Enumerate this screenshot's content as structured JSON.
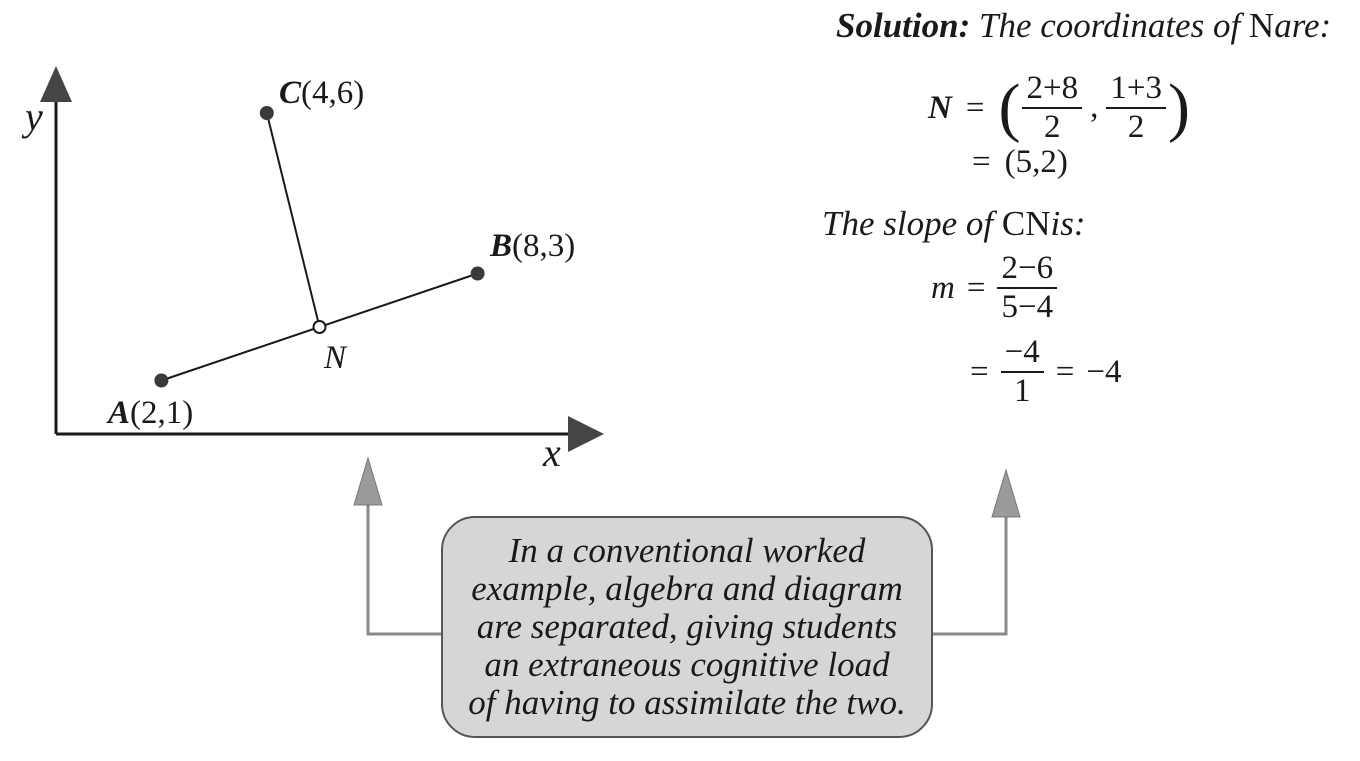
{
  "diagram": {
    "axis_y": "y",
    "axis_x": "x",
    "points": [
      {
        "id": "A",
        "name": "A",
        "coords": "(2,1)",
        "x": 2,
        "y": 1
      },
      {
        "id": "B",
        "name": "B",
        "coords": "(8,3)",
        "x": 8,
        "y": 3
      },
      {
        "id": "C",
        "name": "C",
        "coords": "(4,6)",
        "x": 4,
        "y": 6
      },
      {
        "id": "N",
        "name": "N",
        "coords": "",
        "x": 5,
        "y": 2
      }
    ],
    "segments": [
      [
        "A",
        "B"
      ],
      [
        "C",
        "N"
      ]
    ]
  },
  "solution": {
    "heading": "Solution:",
    "intro_pre": "The coordinates of",
    "intro_var": "N",
    "intro_post": "are:",
    "n_lhs": "N",
    "eq": "=",
    "frac1_num": "2+8",
    "frac1_den": "2",
    "comma": ",",
    "frac2_num": "1+3",
    "frac2_den": "2",
    "n_result": "(5,2)",
    "slope_pre": "The slope of",
    "slope_var": "CN",
    "slope_post": "is:",
    "m_lhs": "m",
    "m_frac_num": "2−6",
    "m_frac_den": "5−4",
    "m2_frac_num": "−4",
    "m2_frac_den": "1",
    "m_result": "−4"
  },
  "callout": {
    "lines": [
      "In a conventional worked",
      "example, algebra and diagram",
      "are separated, giving students",
      "an extraneous cognitive load",
      "of having to assimilate the two."
    ]
  },
  "colors": {
    "ink": "#1a1a1a",
    "point": "#3a3a3a",
    "arrow_gray": "#8a8a8a",
    "callout_fill": "#d6d6d6"
  }
}
